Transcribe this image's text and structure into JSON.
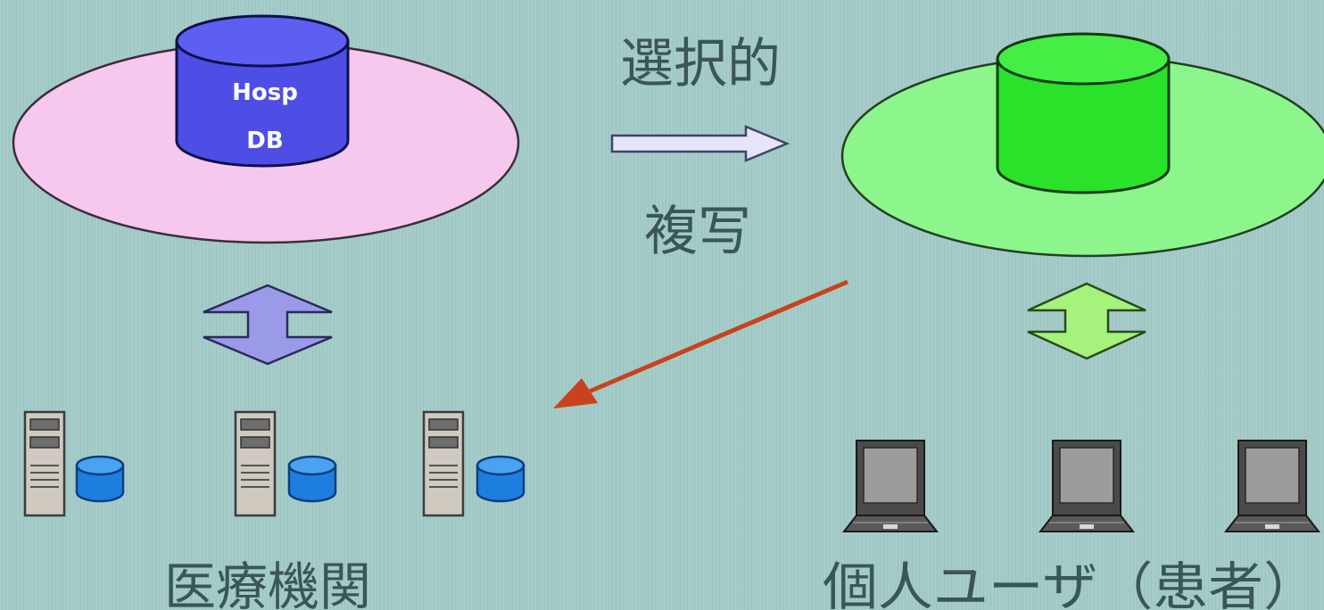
{
  "hospital_db": {
    "label_line1": "Hosp",
    "label_line2": "DB"
  },
  "replication": {
    "label_top": "選択的",
    "label_bottom": "複写"
  },
  "groups": {
    "medical_institutions": "医療機関",
    "individual_users": "個人ユーザ（患者）"
  },
  "colors": {
    "background": "#a3cbc8",
    "hospital_platform": "#f7c8ee",
    "hospital_db": "#4e4ee6",
    "personal_platform": "#8cf58c",
    "personal_db": "#29e229",
    "hospital_link_arrow": "#9a9ae8",
    "personal_link_arrow": "#a5f27c",
    "replication_arrow": "#e4e4fa",
    "return_arrow": "#c8421e",
    "server_db": "#1e7ee0"
  }
}
